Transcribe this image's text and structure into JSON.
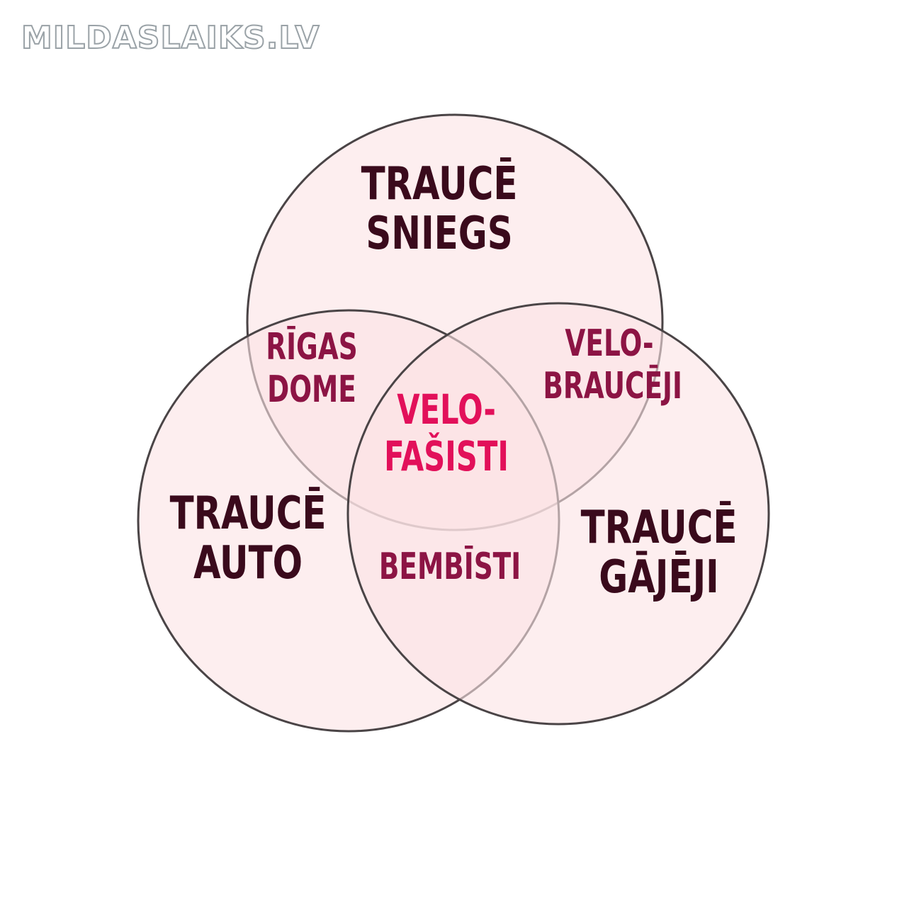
{
  "watermark": "MILDASLAIKS.LV",
  "sets": {
    "top": {
      "line1": "TRAUCĒ",
      "line2": "SNIEGS"
    },
    "left": {
      "line1": "TRAUCĒ",
      "line2": "AUTO"
    },
    "right": {
      "line1": "TRAUCĒ",
      "line2": "GĀJĒJI"
    }
  },
  "intersections": {
    "top_left": {
      "line1": "RĪGAS",
      "line2": "DOME"
    },
    "top_right": {
      "line1": "VELO-",
      "line2": "BRAUCĒJI"
    },
    "left_right": {
      "line1": "BEMBĪSTI"
    },
    "all": {
      "line1": "VELO-",
      "line2": "FAŠISTI"
    }
  },
  "colors": {
    "circle_fill": "#fbe3e5",
    "circle_stroke": "#4a4446",
    "outer_text": "#3a0a1c",
    "pair_text": "#8c1444",
    "center_text": "#e2105a",
    "watermark": "#9aa2a7"
  }
}
